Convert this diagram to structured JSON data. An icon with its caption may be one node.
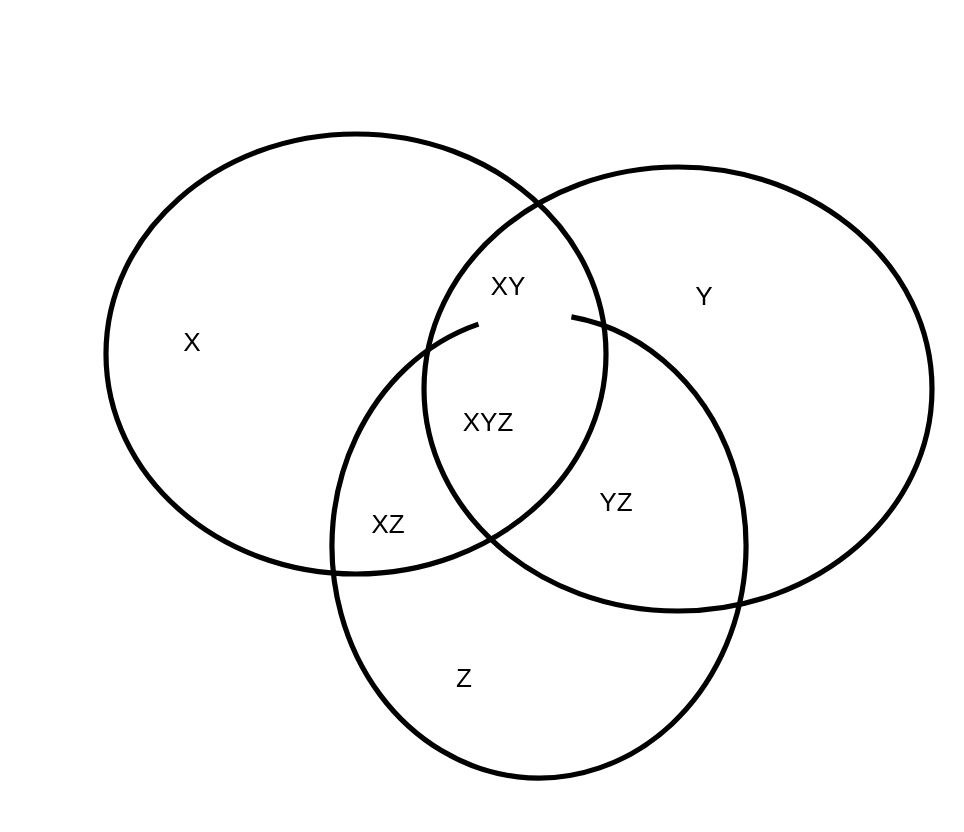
{
  "diagram": {
    "nodes": [
      {
        "text": [
          "X"
        ]
      },
      {
        "text": [
          "Y"
        ]
      },
      {
        "text": [
          "Z"
        ]
      }
    ],
    "labels": [
      "XY",
      "XYZ",
      "XZ",
      "YZ"
    ]
  }
}
